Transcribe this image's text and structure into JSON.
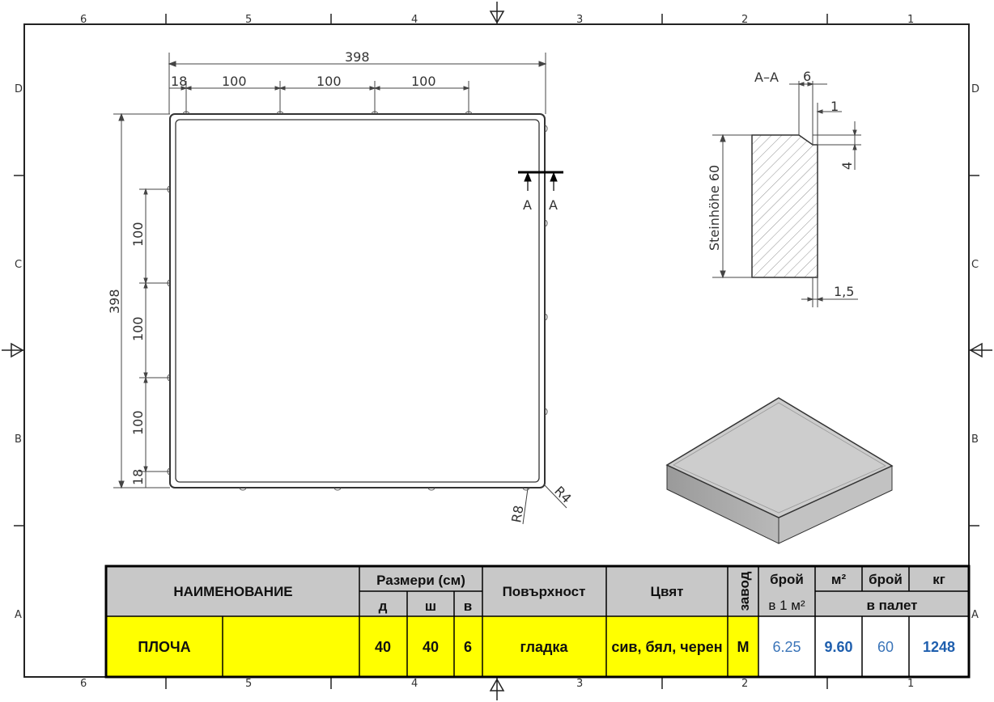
{
  "zones": {
    "columns": [
      "6",
      "5",
      "4",
      "3",
      "2",
      "1"
    ],
    "rows": [
      "D",
      "C",
      "B",
      "A"
    ]
  },
  "plan": {
    "overall_width": "398",
    "overall_height": "398",
    "top_edge": "18",
    "spacing_1": "100",
    "spacing_2": "100",
    "spacing_3": "100",
    "left_edge": "18",
    "vspacing_1": "100",
    "vspacing_2": "100",
    "vspacing_3": "100",
    "radius_outer": "R8",
    "radius_inner": "R4",
    "section_left": "A",
    "section_right": "A"
  },
  "section": {
    "title": "A–A",
    "top_width": "6",
    "chamfer_w": "1",
    "chamfer_h": "4",
    "height_label": "Steinhöhe 60",
    "bottom_gap": "1,5"
  },
  "table": {
    "headers": {
      "name": "НАИМЕНОВАНИЕ",
      "dims": "Размери (см)",
      "d": "д",
      "sh": "ш",
      "v": "в",
      "surface": "Повърхност",
      "color": "Цвят",
      "plant": "завод",
      "count": "брой",
      "per_m2": "в 1 м²",
      "m2": "м²",
      "count2": "брой",
      "kg": "кг",
      "pallet": "в палет"
    },
    "row": {
      "name": "ПЛОЧА",
      "extra": "",
      "d": "40",
      "sh": "40",
      "v": "6",
      "surface": "гладка",
      "color": "сив, бял, черен",
      "plant": "М",
      "per_m2": "6.25",
      "m2": "9.60",
      "count": "60",
      "kg": "1248"
    }
  }
}
